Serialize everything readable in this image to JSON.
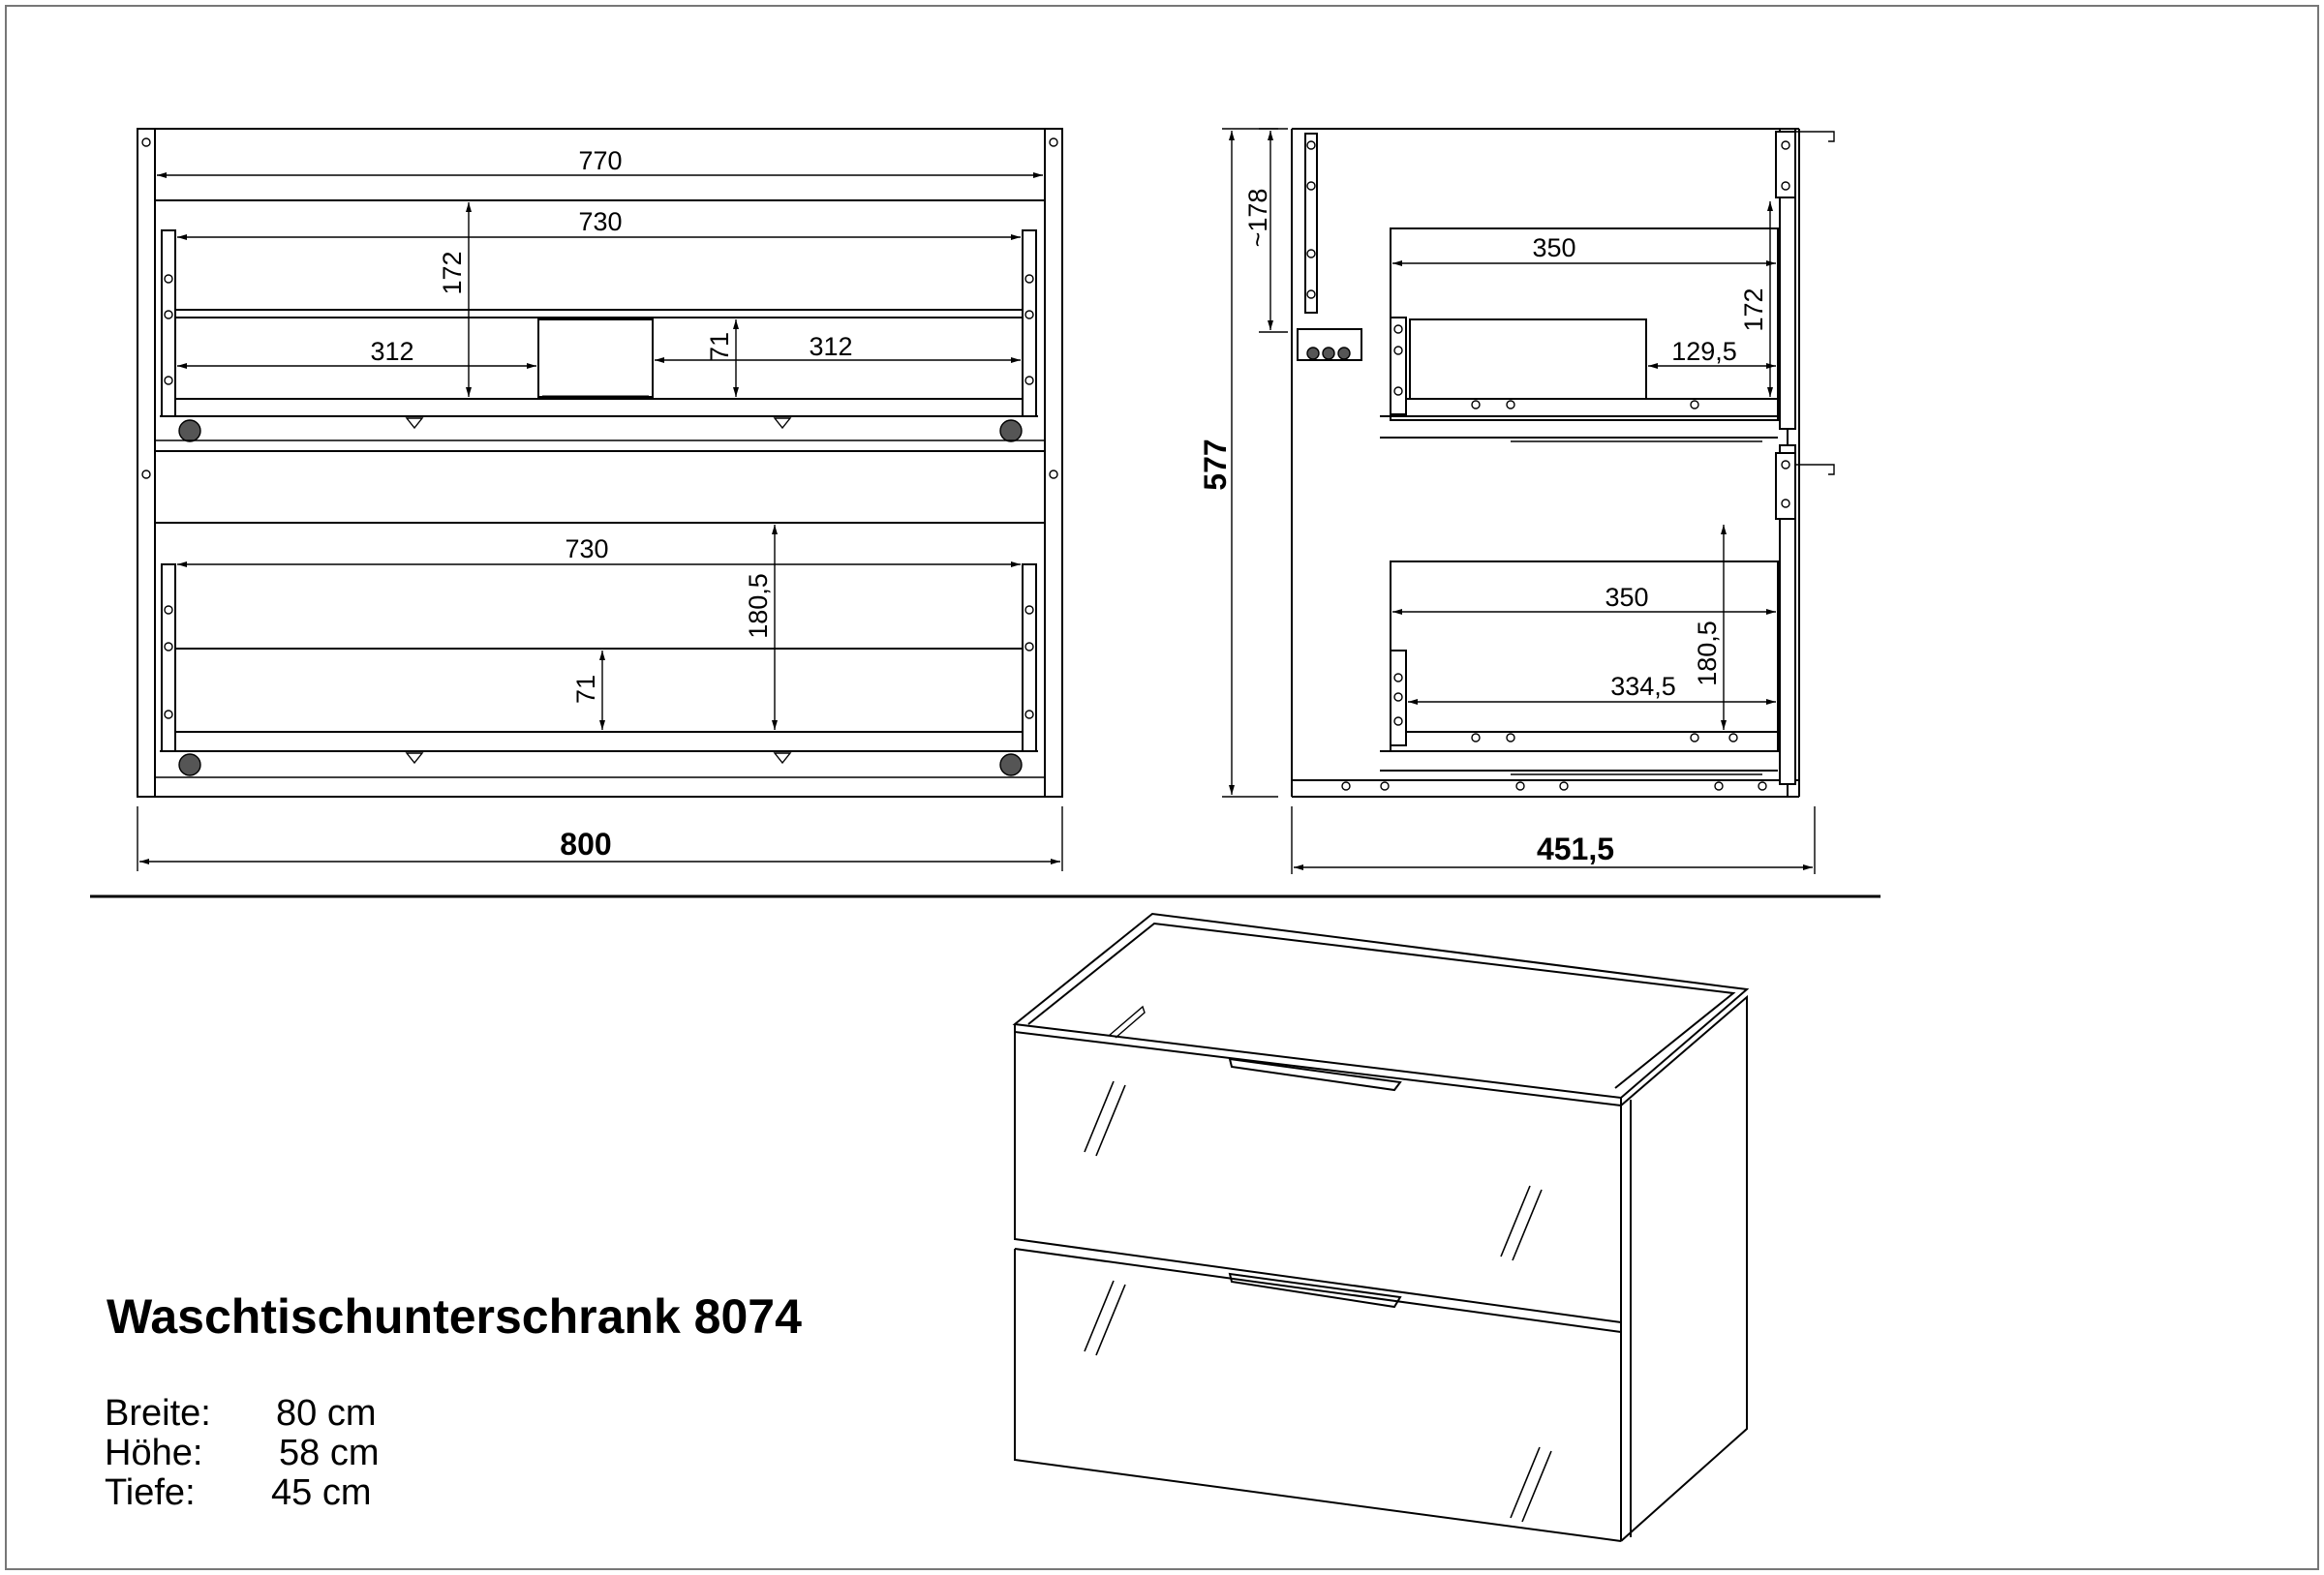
{
  "product": {
    "title": "Waschtischunterschrank 8074",
    "specs": [
      {
        "label": "Breite:",
        "value": "80 cm"
      },
      {
        "label": "Höhe:",
        "value": "58 cm"
      },
      {
        "label": "Tiefe:",
        "value": "45 cm"
      }
    ]
  },
  "front_view": {
    "inner_width": "770",
    "drawer_top_width": "730",
    "drawer_top_height": "172",
    "drawer_top_left": "312",
    "drawer_top_right": "312",
    "drawer_top_cutout_depth": "71",
    "drawer_bottom_width": "730",
    "drawer_bottom_height": "180,5",
    "drawer_bottom_inner": "71",
    "total_width": "800"
  },
  "side_view": {
    "top_gap": "~178",
    "total_height": "577",
    "drawer_top_depth": "350",
    "drawer_top_height": "172",
    "drawer_top_cutout": "129,5",
    "drawer_bottom_depth": "350",
    "drawer_bottom_height": "180,5",
    "drawer_bottom_inner": "334,5",
    "total_depth": "451,5"
  }
}
